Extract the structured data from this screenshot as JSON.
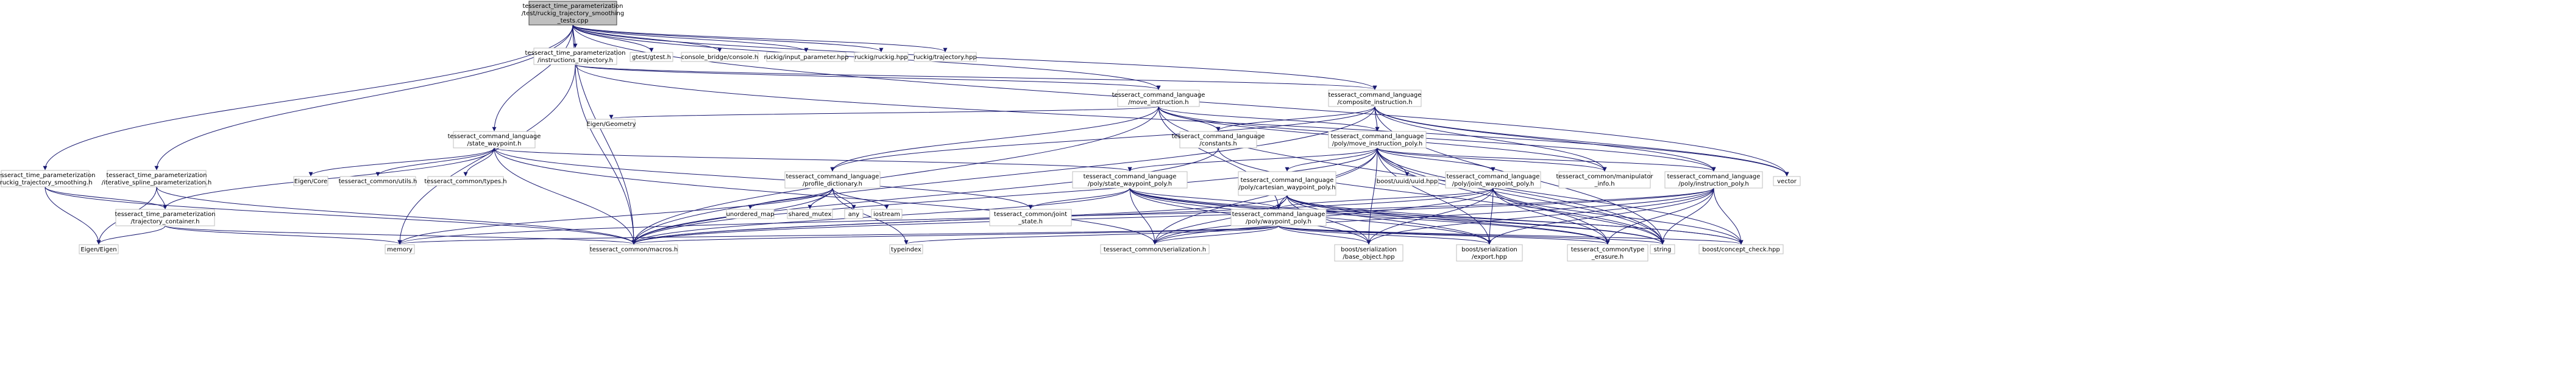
{
  "colors": {
    "edge": "#191970",
    "node_border": "#bfbfbf",
    "node_border_root": "#404040",
    "node_fill": "#ffffff",
    "node_fill_root": "#bfbfbf",
    "text": "#000000"
  },
  "nodes": [
    {
      "id": "root",
      "lines": [
        "tesseract_time_parameterization",
        "/test/ruckig_trajectory_smoothing",
        "_tests.cpp"
      ],
      "root": true
    },
    {
      "id": "instr_traj",
      "lines": [
        "tesseract_time_parameterization",
        "/instructions_trajectory.h"
      ]
    },
    {
      "id": "gtest",
      "lines": [
        "gtest/gtest.h"
      ]
    },
    {
      "id": "console_bridge",
      "lines": [
        "console_bridge/console.h"
      ]
    },
    {
      "id": "ruckig_input",
      "lines": [
        "ruckig/input_parameter.hpp"
      ]
    },
    {
      "id": "ruckig_hpp",
      "lines": [
        "ruckig/ruckig.hpp"
      ]
    },
    {
      "id": "ruckig_traj",
      "lines": [
        "ruckig/trajectory.hpp"
      ]
    },
    {
      "id": "move_instr",
      "lines": [
        "tesseract_command_language",
        "/move_instruction.h"
      ]
    },
    {
      "id": "composite_instr",
      "lines": [
        "tesseract_command_language",
        "/composite_instruction.h"
      ]
    },
    {
      "id": "eigen_geometry",
      "lines": [
        "Eigen/Geometry"
      ]
    },
    {
      "id": "state_waypoint",
      "lines": [
        "tesseract_command_language",
        "/state_waypoint.h"
      ]
    },
    {
      "id": "constants",
      "lines": [
        "tesseract_command_language",
        "/constants.h"
      ]
    },
    {
      "id": "move_instr_poly",
      "lines": [
        "tesseract_command_language",
        "/poly/move_instruction_poly.h"
      ]
    },
    {
      "id": "ruckig_smoothing",
      "lines": [
        "tesseract_time_parameterization",
        "/ruckig_trajectory_smoothing.h"
      ]
    },
    {
      "id": "iterative_spline",
      "lines": [
        "tesseract_time_parameterization",
        "/iterative_spline_parameterization.h"
      ]
    },
    {
      "id": "eigen_core",
      "lines": [
        "Eigen/Core"
      ]
    },
    {
      "id": "common_utils",
      "lines": [
        "tesseract_common/utils.h"
      ]
    },
    {
      "id": "common_types",
      "lines": [
        "tesseract_common/types.h"
      ]
    },
    {
      "id": "profile_dict",
      "lines": [
        "tesseract_command_language",
        "/profile_dictionary.h"
      ]
    },
    {
      "id": "state_waypoint_poly",
      "lines": [
        "tesseract_command_language",
        "/poly/state_waypoint_poly.h"
      ]
    },
    {
      "id": "cartesian_waypoint_poly",
      "lines": [
        "tesseract_command_language",
        "/poly/cartesian_waypoint_poly.h"
      ]
    },
    {
      "id": "boost_uuid",
      "lines": [
        "boost/uuid/uuid.hpp"
      ]
    },
    {
      "id": "joint_waypoint_poly",
      "lines": [
        "tesseract_command_language",
        "/poly/joint_waypoint_poly.h"
      ]
    },
    {
      "id": "manipulator_info",
      "lines": [
        "tesseract_common/manipulator",
        "_info.h"
      ]
    },
    {
      "id": "instruction_poly",
      "lines": [
        "tesseract_command_language",
        "/poly/instruction_poly.h"
      ]
    },
    {
      "id": "vector",
      "lines": [
        "vector"
      ]
    },
    {
      "id": "traj_container",
      "lines": [
        "tesseract_time_parameterization",
        "/trajectory_container.h"
      ]
    },
    {
      "id": "unordered_map",
      "lines": [
        "unordered_map"
      ]
    },
    {
      "id": "shared_mutex",
      "lines": [
        "shared_mutex"
      ]
    },
    {
      "id": "any",
      "lines": [
        "any"
      ]
    },
    {
      "id": "iostream",
      "lines": [
        "iostream"
      ]
    },
    {
      "id": "common_joint_state",
      "lines": [
        "tesseract_common/joint",
        "_state.h"
      ]
    },
    {
      "id": "waypoint_poly",
      "lines": [
        "tesseract_command_language",
        "/poly/waypoint_poly.h"
      ]
    },
    {
      "id": "eigen_eigen",
      "lines": [
        "Eigen/Eigen"
      ]
    },
    {
      "id": "memory",
      "lines": [
        "memory"
      ]
    },
    {
      "id": "macros",
      "lines": [
        "tesseract_common/macros.h"
      ]
    },
    {
      "id": "typeindex",
      "lines": [
        "typeindex"
      ]
    },
    {
      "id": "serialization",
      "lines": [
        "tesseract_common/serialization.h"
      ]
    },
    {
      "id": "boost_base_object",
      "lines": [
        "boost/serialization",
        "/base_object.hpp"
      ]
    },
    {
      "id": "boost_export",
      "lines": [
        "boost/serialization",
        "/export.hpp"
      ]
    },
    {
      "id": "type_erasure",
      "lines": [
        "tesseract_common/type",
        "_erasure.h"
      ]
    },
    {
      "id": "string",
      "lines": [
        "string"
      ]
    },
    {
      "id": "concept_check",
      "lines": [
        "boost/concept_check.hpp"
      ]
    }
  ]
}
